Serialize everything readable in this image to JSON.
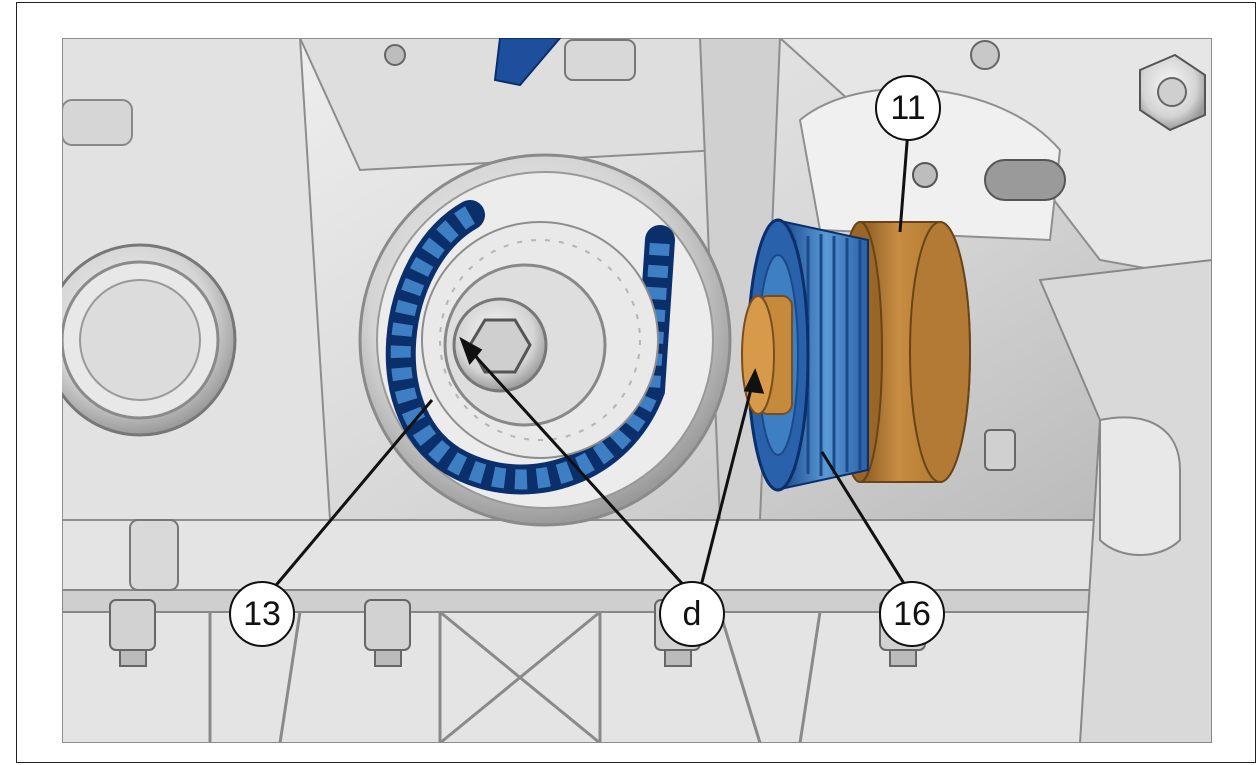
{
  "callouts": {
    "c11": "11",
    "c13": "13",
    "cd": "d",
    "c16": "16"
  },
  "colors": {
    "metal_light": "#ececec",
    "metal_mid": "#c9c9c9",
    "metal_dark": "#8c8c8c",
    "belt_blue": "#1d4f9c",
    "belt_dark": "#0b2f6b",
    "pulley_blue": "#3e7fc4",
    "roller_bronze": "#b27a34",
    "roller_bronze_dark": "#8a5a22",
    "hub_bronze": "#c58a3c"
  }
}
